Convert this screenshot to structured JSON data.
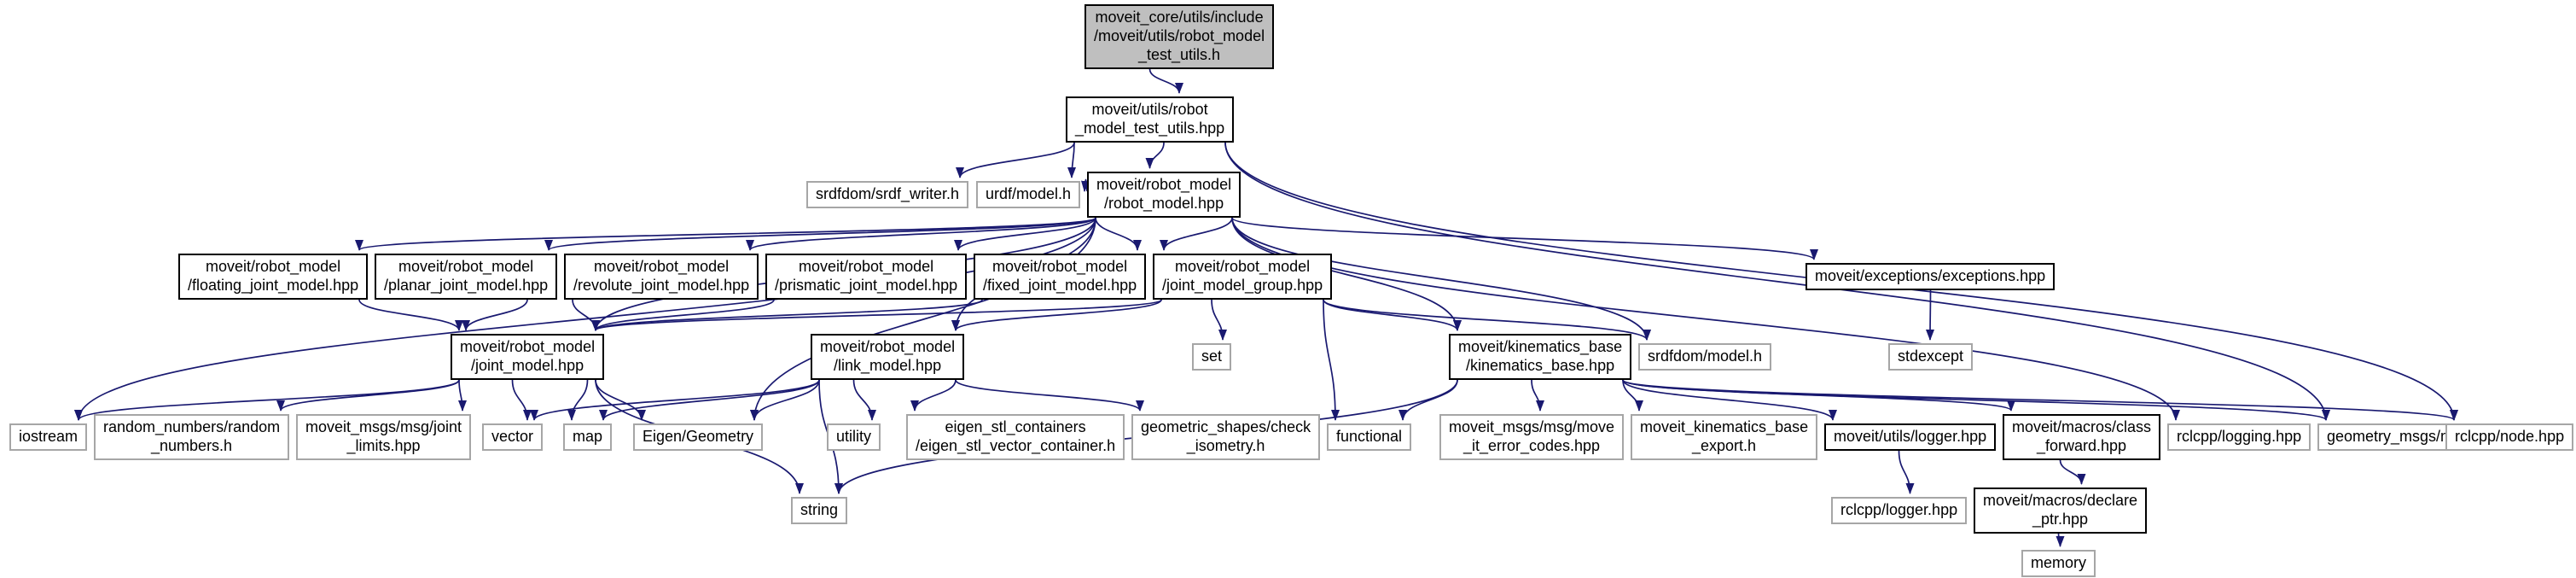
{
  "diagram": {
    "kind": "include-dependency-graph",
    "background": "#ffffff",
    "edge_color": "#191970",
    "node_fill": "#ffffff",
    "main_node_fill": "#bfbfbf",
    "linked_border": "#000000",
    "plain_border": "#a6a6a6",
    "text_color": "#000000"
  },
  "nodes": [
    {
      "id": "test_utils_h",
      "type": "main",
      "label": "moveit_core/utils/include\n/moveit/utils/robot_model\n_test_utils.h"
    },
    {
      "id": "test_utils_hpp",
      "type": "linked",
      "label": "moveit/utils/robot\n_model_test_utils.hpp"
    },
    {
      "id": "srdf_writer",
      "type": "plain",
      "label": "srdfdom/srdf_writer.h"
    },
    {
      "id": "urdf_model",
      "type": "plain",
      "label": "urdf/model.h"
    },
    {
      "id": "robot_model",
      "type": "linked",
      "label": "moveit/robot_model\n/robot_model.hpp"
    },
    {
      "id": "floating",
      "type": "linked",
      "label": "moveit/robot_model\n/floating_joint_model.hpp"
    },
    {
      "id": "planar",
      "type": "linked",
      "label": "moveit/robot_model\n/planar_joint_model.hpp"
    },
    {
      "id": "revolute",
      "type": "linked",
      "label": "moveit/robot_model\n/revolute_joint_model.hpp"
    },
    {
      "id": "prismatic",
      "type": "linked",
      "label": "moveit/robot_model\n/prismatic_joint_model.hpp"
    },
    {
      "id": "fixed",
      "type": "linked",
      "label": "moveit/robot_model\n/fixed_joint_model.hpp"
    },
    {
      "id": "jmg",
      "type": "linked",
      "label": "moveit/robot_model\n/joint_model_group.hpp"
    },
    {
      "id": "exceptions",
      "type": "linked",
      "label": "moveit/exceptions/exceptions.hpp"
    },
    {
      "id": "joint_model",
      "type": "linked",
      "label": "moveit/robot_model\n/joint_model.hpp"
    },
    {
      "id": "link_model",
      "type": "linked",
      "label": "moveit/robot_model\n/link_model.hpp"
    },
    {
      "id": "set",
      "type": "plain",
      "label": "set"
    },
    {
      "id": "kinematics_base",
      "type": "linked",
      "label": "moveit/kinematics_base\n/kinematics_base.hpp"
    },
    {
      "id": "srdf_model",
      "type": "plain",
      "label": "srdfdom/model.h"
    },
    {
      "id": "stdexcept",
      "type": "plain",
      "label": "stdexcept"
    },
    {
      "id": "iostream",
      "type": "plain",
      "label": "iostream"
    },
    {
      "id": "random_numbers",
      "type": "plain",
      "label": "random_numbers/random\n_numbers.h"
    },
    {
      "id": "joint_limits",
      "type": "plain",
      "label": "moveit_msgs/msg/joint\n_limits.hpp"
    },
    {
      "id": "vector",
      "type": "plain",
      "label": "vector"
    },
    {
      "id": "map",
      "type": "plain",
      "label": "map"
    },
    {
      "id": "eigen_geometry",
      "type": "plain",
      "label": "Eigen/Geometry"
    },
    {
      "id": "utility",
      "type": "plain",
      "label": "utility"
    },
    {
      "id": "eigen_stl",
      "type": "plain",
      "label": "eigen_stl_containers\n/eigen_stl_vector_container.h"
    },
    {
      "id": "check_isometry",
      "type": "plain",
      "label": "geometric_shapes/check\n_isometry.h"
    },
    {
      "id": "functional",
      "type": "plain",
      "label": "functional"
    },
    {
      "id": "move_it_error_codes",
      "type": "plain",
      "label": "moveit_msgs/msg/move\n_it_error_codes.hpp"
    },
    {
      "id": "kb_export",
      "type": "plain",
      "label": "moveit_kinematics_base\n_export.h"
    },
    {
      "id": "logger",
      "type": "linked",
      "label": "moveit/utils/logger.hpp"
    },
    {
      "id": "class_forward",
      "type": "linked",
      "label": "moveit/macros/class\n_forward.hpp"
    },
    {
      "id": "rclcpp_logging",
      "type": "plain",
      "label": "rclcpp/logging.hpp"
    },
    {
      "id": "pose",
      "type": "plain",
      "label": "geometry_msgs/msg/pose.hpp"
    },
    {
      "id": "rclcpp_node",
      "type": "plain",
      "label": "rclcpp/node.hpp"
    },
    {
      "id": "string",
      "type": "plain",
      "label": "string"
    },
    {
      "id": "rclcpp_logger",
      "type": "plain",
      "label": "rclcpp/logger.hpp"
    },
    {
      "id": "declare_ptr",
      "type": "linked",
      "label": "moveit/macros/declare\n_ptr.hpp"
    },
    {
      "id": "memory",
      "type": "plain",
      "label": "memory"
    }
  ],
  "edges": [
    {
      "from": "test_utils_h",
      "to": "test_utils_hpp"
    },
    {
      "from": "test_utils_hpp",
      "to": "srdf_writer"
    },
    {
      "from": "test_utils_hpp",
      "to": "urdf_model"
    },
    {
      "from": "test_utils_hpp",
      "to": "robot_model"
    },
    {
      "from": "test_utils_hpp",
      "to": "pose"
    },
    {
      "from": "test_utils_hpp",
      "to": "rclcpp_node"
    },
    {
      "from": "robot_model",
      "to": "urdf_model"
    },
    {
      "from": "robot_model",
      "to": "floating"
    },
    {
      "from": "robot_model",
      "to": "planar"
    },
    {
      "from": "robot_model",
      "to": "revolute"
    },
    {
      "from": "robot_model",
      "to": "prismatic"
    },
    {
      "from": "robot_model",
      "to": "fixed"
    },
    {
      "from": "robot_model",
      "to": "jmg"
    },
    {
      "from": "robot_model",
      "to": "exceptions"
    },
    {
      "from": "robot_model",
      "to": "joint_model"
    },
    {
      "from": "robot_model",
      "to": "link_model"
    },
    {
      "from": "robot_model",
      "to": "kinematics_base"
    },
    {
      "from": "robot_model",
      "to": "srdf_model"
    },
    {
      "from": "robot_model",
      "to": "iostream"
    },
    {
      "from": "robot_model",
      "to": "eigen_geometry"
    },
    {
      "from": "robot_model",
      "to": "rclcpp_logging"
    },
    {
      "from": "floating",
      "to": "joint_model"
    },
    {
      "from": "planar",
      "to": "joint_model"
    },
    {
      "from": "revolute",
      "to": "joint_model"
    },
    {
      "from": "prismatic",
      "to": "joint_model"
    },
    {
      "from": "fixed",
      "to": "joint_model"
    },
    {
      "from": "jmg",
      "to": "joint_model"
    },
    {
      "from": "jmg",
      "to": "link_model"
    },
    {
      "from": "jmg",
      "to": "set"
    },
    {
      "from": "jmg",
      "to": "kinematics_base"
    },
    {
      "from": "jmg",
      "to": "srdf_model"
    },
    {
      "from": "jmg",
      "to": "functional"
    },
    {
      "from": "joint_model",
      "to": "iostream"
    },
    {
      "from": "joint_model",
      "to": "random_numbers"
    },
    {
      "from": "joint_model",
      "to": "joint_limits"
    },
    {
      "from": "joint_model",
      "to": "vector"
    },
    {
      "from": "joint_model",
      "to": "map"
    },
    {
      "from": "joint_model",
      "to": "eigen_geometry"
    },
    {
      "from": "joint_model",
      "to": "string"
    },
    {
      "from": "link_model",
      "to": "vector"
    },
    {
      "from": "link_model",
      "to": "map"
    },
    {
      "from": "link_model",
      "to": "eigen_geometry"
    },
    {
      "from": "link_model",
      "to": "utility"
    },
    {
      "from": "link_model",
      "to": "eigen_stl"
    },
    {
      "from": "link_model",
      "to": "check_isometry"
    },
    {
      "from": "link_model",
      "to": "string"
    },
    {
      "from": "kinematics_base",
      "to": "functional"
    },
    {
      "from": "kinematics_base",
      "to": "string"
    },
    {
      "from": "kinematics_base",
      "to": "move_it_error_codes"
    },
    {
      "from": "kinematics_base",
      "to": "kb_export"
    },
    {
      "from": "kinematics_base",
      "to": "logger"
    },
    {
      "from": "kinematics_base",
      "to": "class_forward"
    },
    {
      "from": "kinematics_base",
      "to": "pose"
    },
    {
      "from": "kinematics_base",
      "to": "rclcpp_node"
    },
    {
      "from": "exceptions",
      "to": "stdexcept"
    },
    {
      "from": "logger",
      "to": "rclcpp_logger"
    },
    {
      "from": "class_forward",
      "to": "declare_ptr"
    },
    {
      "from": "declare_ptr",
      "to": "memory"
    }
  ]
}
